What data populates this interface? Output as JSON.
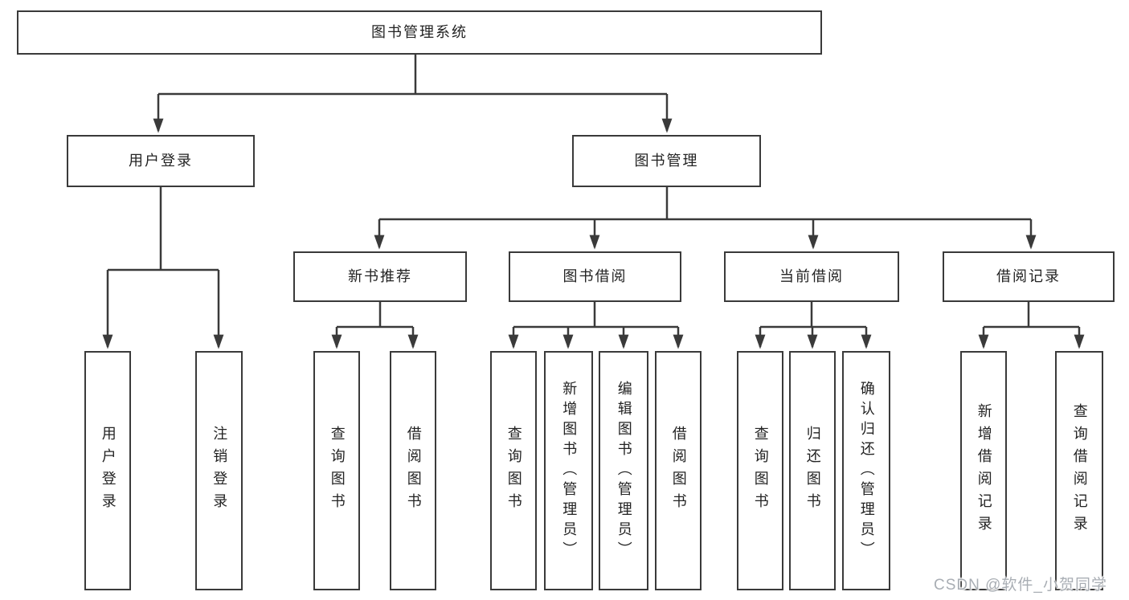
{
  "title": "图书管理系统",
  "nodes": {
    "user_login": "用户登录",
    "book_management": "图书管理",
    "new_book_recommend": "新书推荐",
    "book_borrow": "图书借阅",
    "current_borrow": "当前借阅",
    "borrow_record": "借阅记录",
    "leaf_user_login": "用户登录",
    "leaf_logout": "注销登录",
    "leaf_nb_query_book": "查询图书",
    "leaf_nb_borrow_book": "借阅图书",
    "leaf_bb_query_book": "查询图书",
    "leaf_bb_add_book": "新增图书（管理员）",
    "leaf_bb_edit_book": "编辑图书（管理员）",
    "leaf_bb_borrow_book": "借阅图书",
    "leaf_cb_query_book": "查询图书",
    "leaf_cb_return_book": "归还图书",
    "leaf_cb_confirm_return": "确认归还（管理员）",
    "leaf_br_add_record": "新增借阅记录",
    "leaf_br_query_record": "查询借阅记录"
  },
  "watermark": "CSDN @软件_小贺同学",
  "colors": {
    "line": "#3a3a3a",
    "text": "#232323",
    "watermark": "#a9aeb4",
    "background": "#ffffff"
  }
}
